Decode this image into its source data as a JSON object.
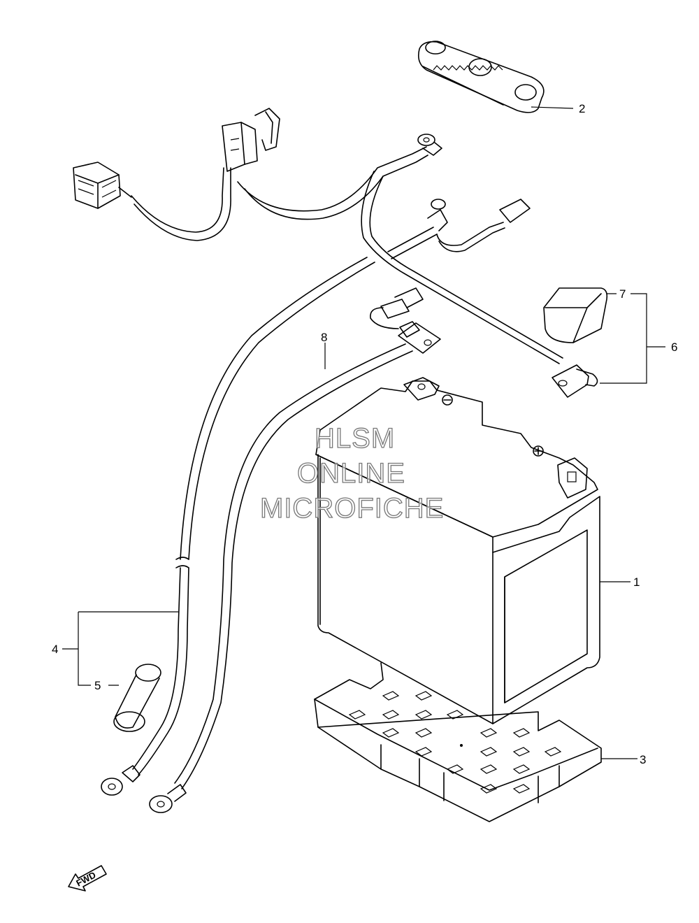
{
  "callouts": [
    {
      "id": "part-1",
      "text": "1"
    },
    {
      "id": "part-2",
      "text": "2"
    },
    {
      "id": "part-3",
      "text": "3"
    },
    {
      "id": "part-4",
      "text": "4"
    },
    {
      "id": "part-5",
      "text": "5"
    },
    {
      "id": "part-6",
      "text": "6"
    },
    {
      "id": "part-7",
      "text": "7"
    },
    {
      "id": "part-8",
      "text": "8"
    }
  ],
  "watermark": {
    "line1": "HLSM",
    "line2": "ONLINE",
    "line3": "MICROFICHE"
  },
  "direction_marker": {
    "text": "FWD",
    "icon": "forward-arrow-icon"
  },
  "colors": {
    "line": "#000000",
    "background": "#ffffff",
    "watermark_outline": "#777777"
  }
}
